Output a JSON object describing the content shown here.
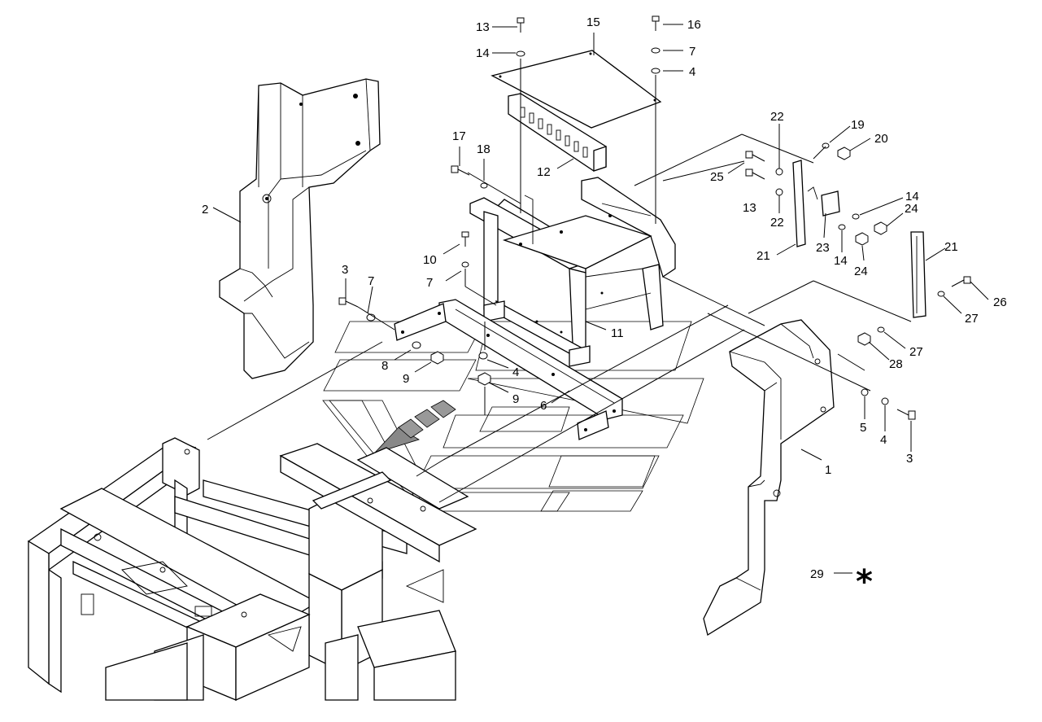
{
  "callouts": {
    "c1": "1",
    "c2": "2",
    "c3a": "3",
    "c3b": "3",
    "c4a": "4",
    "c4b": "4",
    "c4c": "4",
    "c5": "5",
    "c6": "6",
    "c7a": "7",
    "c7b": "7",
    "c7c": "7",
    "c8": "8",
    "c9a": "9",
    "c9b": "9",
    "c10": "10",
    "c11": "11",
    "c12": "12",
    "c13a": "13",
    "c13b": "13",
    "c14a": "14",
    "c14b": "14",
    "c14c": "14",
    "c15": "15",
    "c16": "16",
    "c17": "17",
    "c18": "18",
    "c19": "19",
    "c20": "20",
    "c21a": "21",
    "c21b": "21",
    "c22a": "22",
    "c22b": "22",
    "c23": "23",
    "c24a": "24",
    "c24b": "24",
    "c25": "25",
    "c26": "26",
    "c27a": "27",
    "c27b": "27",
    "c28": "28",
    "c29": "29"
  },
  "marker": "*"
}
